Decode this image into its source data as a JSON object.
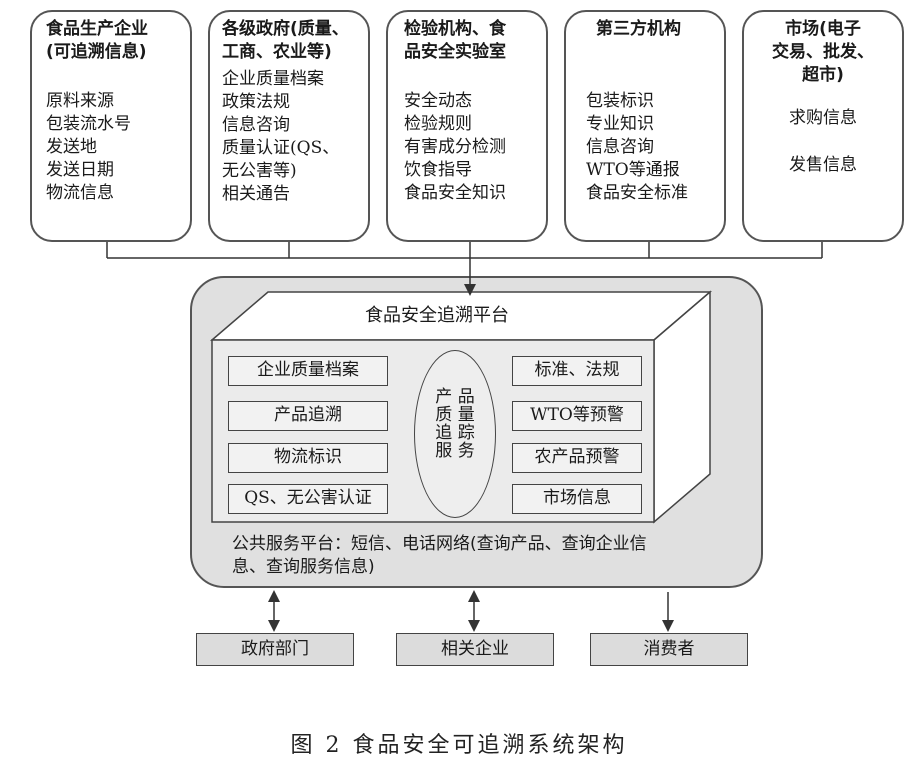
{
  "sources": [
    {
      "title": [
        "食品生产企业",
        "(可追溯信息)"
      ],
      "items": [
        "原料来源",
        "包装流水号",
        "发送地",
        "发送日期",
        "物流信息"
      ]
    },
    {
      "title": [
        "各级政府(质量、",
        "工商、农业等)"
      ],
      "items": [
        "企业质量档案",
        "政策法规",
        "信息咨询",
        "质量认证(QS、",
        "无公害等)",
        "相关通告"
      ]
    },
    {
      "title": [
        "检验机构、食",
        "品安全实验室"
      ],
      "items": [
        "安全动态",
        "检验规则",
        "有害成分检测",
        "饮食指导",
        "食品安全知识"
      ]
    },
    {
      "title": [
        "第三方机构"
      ],
      "items": [
        "包装标识",
        "专业知识",
        "信息咨询",
        "WTO等通报",
        "食品安全标准"
      ]
    },
    {
      "title": [
        "市场(电子",
        "交易、批发、",
        "超市)"
      ],
      "items": [
        "求购信息",
        "发售信息"
      ]
    }
  ],
  "platform": {
    "title": "食品安全追溯平台",
    "left_modules": [
      "企业质量档案",
      "产品追溯",
      "物流标识",
      "QS、无公害认证"
    ],
    "right_modules": [
      "标准、法规",
      "WTO等预警",
      "农产品预警",
      "市场信息"
    ],
    "core": [
      "产 品",
      "质 量",
      "追 踪",
      "服 务"
    ],
    "public_service": [
      "公共服务平台：短信、电话网络(查询产品、查询企业信",
      "息、查询服务信息)"
    ]
  },
  "users": [
    "政府部门",
    "相关企业",
    "消费者"
  ],
  "caption": "图 2  食品安全可追溯系统架构",
  "colors": {
    "platform_fill": "#e0e0e0",
    "module_fill": "#f2f2f2",
    "border": "#444444"
  }
}
